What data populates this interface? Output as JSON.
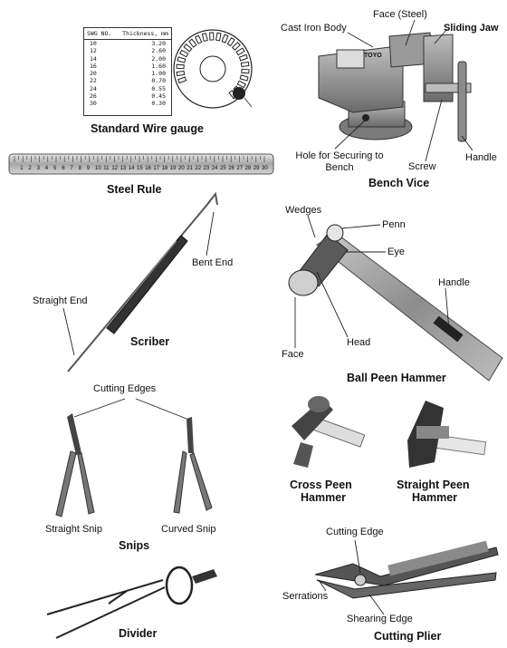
{
  "wire_gauge": {
    "caption": "Standard Wire gauge",
    "table_headers": [
      "SWG NO.",
      "Thickness, mm"
    ],
    "rows": [
      {
        "swg": "10",
        "mm": "3.20"
      },
      {
        "swg": "12",
        "mm": "2.60"
      },
      {
        "swg": "14",
        "mm": "2.00"
      },
      {
        "swg": "16",
        "mm": "1.60"
      },
      {
        "swg": "20",
        "mm": "1.00"
      },
      {
        "swg": "22",
        "mm": "0.70"
      },
      {
        "swg": "24",
        "mm": "0.55"
      },
      {
        "swg": "26",
        "mm": "0.45"
      },
      {
        "swg": "30",
        "mm": "0.30"
      }
    ]
  },
  "steel_rule": {
    "caption": "Steel Rule",
    "ticks": [
      "1",
      "2",
      "3",
      "4",
      "5",
      "6",
      "7",
      "8",
      "9",
      "10",
      "11",
      "12",
      "13",
      "14",
      "15",
      "16",
      "17",
      "18",
      "19",
      "20",
      "21",
      "22",
      "23",
      "24",
      "25",
      "26",
      "27",
      "28",
      "29",
      "30"
    ]
  },
  "bench_vice": {
    "caption": "Bench Vice",
    "labels": {
      "face": "Face (Steel)",
      "body": "Cast Iron Body",
      "jaw": "Sliding Jaw",
      "handle": "Handle",
      "screw": "Screw",
      "hole": "Hole for Securing to Bench"
    },
    "brand": "TOYO"
  },
  "scriber": {
    "caption": "Scriber",
    "labels": {
      "bent": "Bent End",
      "straight": "Straight End"
    }
  },
  "ball_peen": {
    "caption": "Ball Peen Hammer",
    "labels": {
      "wedges": "Wedges",
      "penn": "Penn",
      "eye": "Eye",
      "handle": "Handle",
      "head": "Head",
      "face": "Face"
    }
  },
  "snips": {
    "caption": "Snips",
    "labels": {
      "edges": "Cutting Edges",
      "straight": "Straight Snip",
      "curved": "Curved Snip"
    }
  },
  "cross_peen": {
    "caption_line1": "Cross Peen",
    "caption_line2": "Hammer"
  },
  "straight_peen": {
    "caption_line1": "Straight Peen",
    "caption_line2": "Hammer"
  },
  "divider": {
    "caption": "Divider"
  },
  "plier": {
    "caption": "Cutting Plier",
    "labels": {
      "cutting": "Cutting Edge",
      "serrations": "Serrations",
      "shearing": "Shearing Edge"
    }
  },
  "colors": {
    "ink": "#111111",
    "metal": "#9a9a9a",
    "dark": "#3a3a3a"
  }
}
